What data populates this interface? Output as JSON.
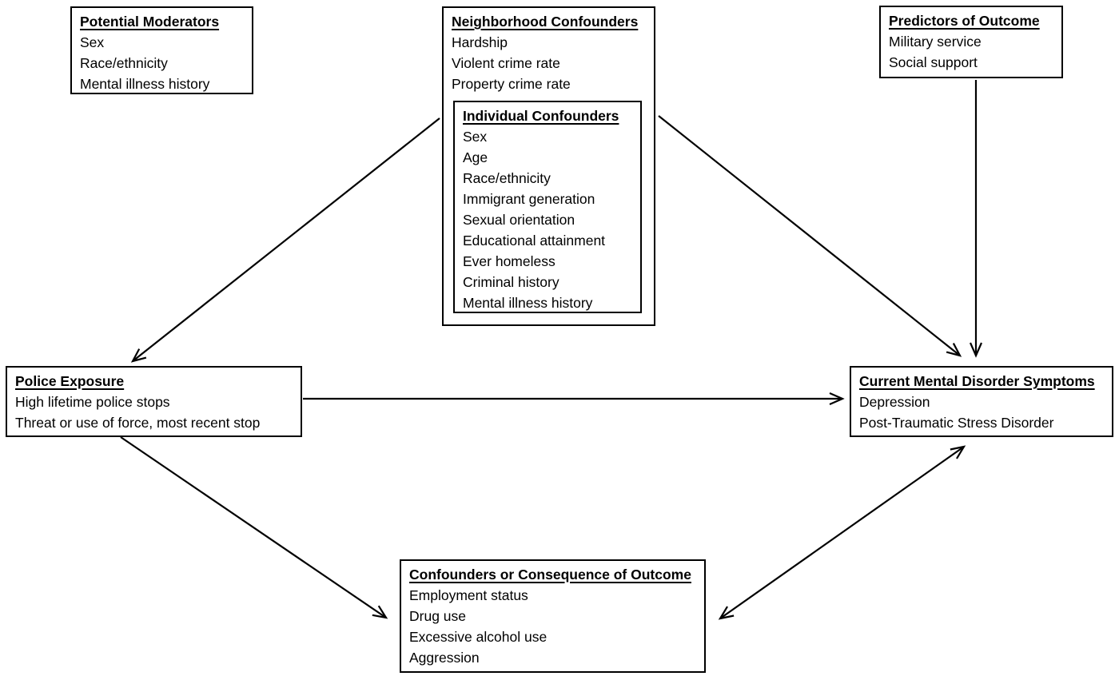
{
  "diagram": {
    "boxes": {
      "potential_moderators": {
        "title": "Potential Moderators",
        "items": [
          "Sex",
          "Race/ethnicity",
          "Mental illness history"
        ]
      },
      "neighborhood_confounders": {
        "title": "Neighborhood Confounders",
        "items": [
          "Hardship",
          "Violent crime rate",
          "Property crime rate"
        ]
      },
      "individual_confounders": {
        "title": "Individual Confounders",
        "items": [
          "Sex",
          "Age",
          "Race/ethnicity",
          "Immigrant generation",
          "Sexual orientation",
          "Educational attainment",
          "Ever homeless",
          "Criminal history",
          "Mental illness history"
        ]
      },
      "predictors_of_outcome": {
        "title": "Predictors of Outcome",
        "items": [
          "Military service",
          "Social support"
        ]
      },
      "police_exposure": {
        "title": "Police Exposure",
        "items": [
          "High lifetime police stops",
          "Threat or use of force, most recent stop"
        ]
      },
      "current_mental_disorder_symptoms": {
        "title": "Current Mental Disorder Symptoms",
        "items": [
          "Depression",
          "Post-Traumatic Stress Disorder"
        ]
      },
      "confounders_or_consequence": {
        "title": "Confounders or Consequence of Outcome",
        "items": [
          "Employment status",
          "Drug use",
          "Excessive alcohol use",
          "Aggression"
        ]
      }
    },
    "edges": [
      {
        "from": "neighborhood_confounders",
        "to": "police_exposure",
        "direction": "single"
      },
      {
        "from": "neighborhood_confounders",
        "to": "current_mental_disorder_symptoms",
        "direction": "single"
      },
      {
        "from": "predictors_of_outcome",
        "to": "current_mental_disorder_symptoms",
        "direction": "single"
      },
      {
        "from": "police_exposure",
        "to": "current_mental_disorder_symptoms",
        "direction": "single"
      },
      {
        "from": "police_exposure",
        "to": "confounders_or_consequence",
        "direction": "single"
      },
      {
        "from": "confounders_or_consequence",
        "to": "current_mental_disorder_symptoms",
        "direction": "double"
      }
    ],
    "colors": {
      "line": "#000000",
      "background": "#ffffff",
      "text": "#000000"
    }
  }
}
